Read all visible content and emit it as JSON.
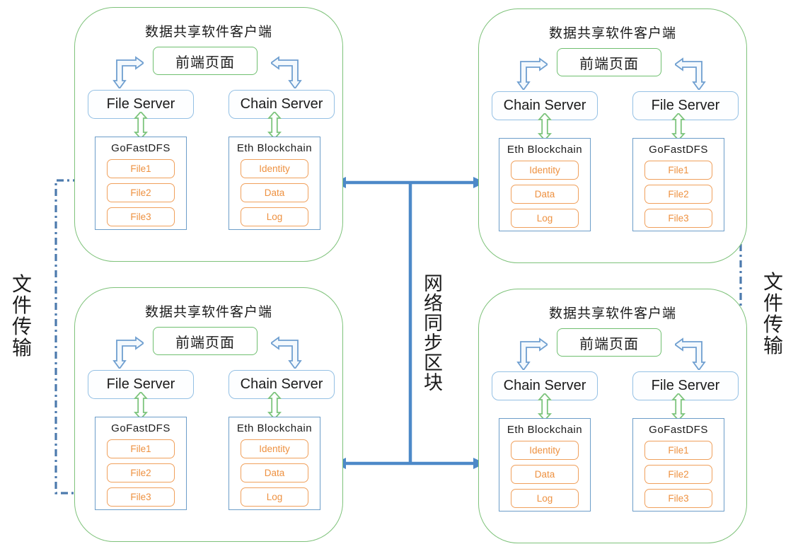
{
  "labels": {
    "network_sync": "网络同步区块",
    "file_transfer_left": "文件传输",
    "file_transfer_right": "文件传输"
  },
  "colors": {
    "block_border_green": "#7ec27a",
    "frontend_border_green": "#6fbf6f",
    "server_border_blue": "#94c0e4",
    "container_border_blue": "#6c9dc9",
    "item_orange": "#ee9140",
    "sync_arrow_blue": "#4d89c8",
    "bracket_dash_blue": "#4c7aad"
  },
  "blocks": [
    {
      "title": "数据共享软件客户端",
      "frontend": "前端页面",
      "left_server": "File Server",
      "right_server": "Chain Server",
      "left_container": {
        "title": "GoFastDFS",
        "items": [
          "File1",
          "File2",
          "File3"
        ]
      },
      "right_container": {
        "title": "Eth Blockchain",
        "items": [
          "Identity",
          "Data",
          "Log"
        ]
      }
    },
    {
      "title": "数据共享软件客户端",
      "frontend": "前端页面",
      "left_server": "Chain Server",
      "right_server": "File Server",
      "left_container": {
        "title": "Eth Blockchain",
        "items": [
          "Identity",
          "Data",
          "Log"
        ]
      },
      "right_container": {
        "title": "GoFastDFS",
        "items": [
          "File1",
          "File2",
          "File3"
        ]
      }
    },
    {
      "title": "数据共享软件客户端",
      "frontend": "前端页面",
      "left_server": "File Server",
      "right_server": "Chain Server",
      "left_container": {
        "title": "GoFastDFS",
        "items": [
          "File1",
          "File2",
          "File3"
        ]
      },
      "right_container": {
        "title": "Eth Blockchain",
        "items": [
          "Identity",
          "Data",
          "Log"
        ]
      }
    },
    {
      "title": "数据共享软件客户端",
      "frontend": "前端页面",
      "left_server": "Chain Server",
      "right_server": "File Server",
      "left_container": {
        "title": "Eth Blockchain",
        "items": [
          "Identity",
          "Data",
          "Log"
        ]
      },
      "right_container": {
        "title": "GoFastDFS",
        "items": [
          "File1",
          "File2",
          "File3"
        ]
      }
    }
  ]
}
